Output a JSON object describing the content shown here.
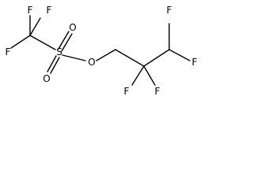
{
  "molecule": {
    "atoms": [
      "F",
      "F",
      "F",
      "S",
      "O",
      "O",
      "O",
      "F",
      "F",
      "F",
      "F"
    ]
  }
}
